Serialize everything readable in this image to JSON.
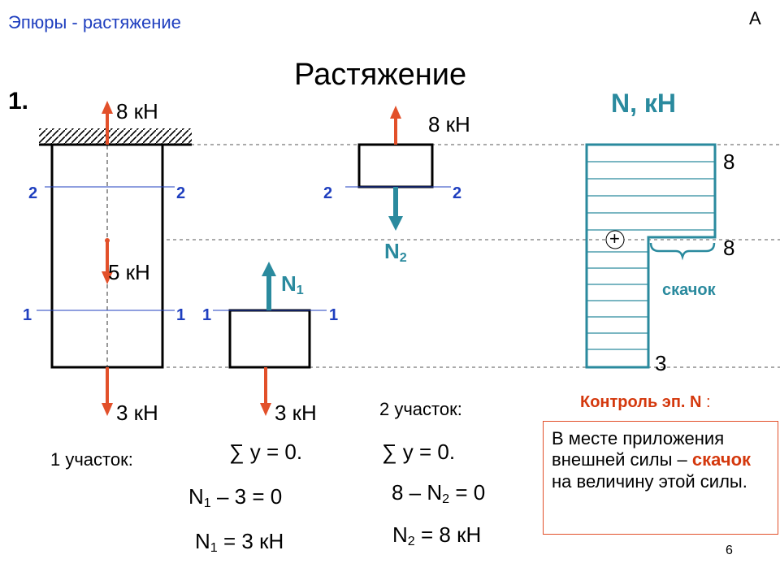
{
  "header": {
    "subtitle": "Эпюры - растяжение",
    "corner_letter": "А"
  },
  "title": "Растяжение",
  "section_number": "1.",
  "bar": {
    "top_force": "8 кН",
    "middle_force": "5 кН",
    "bottom_force": "3 кН",
    "section_2_label": "2",
    "section_1_label": "1"
  },
  "part_1": {
    "section_label": "1",
    "internal_force": "N",
    "internal_force_index": "1",
    "external_force": "3 кН",
    "heading": "1 участок:",
    "eq_sum": "∑ y = 0.",
    "eq_1": "N",
    "eq_1_index": "1",
    "eq_1_rest": " – 3 = 0",
    "eq_2": "N",
    "eq_2_index": "1",
    "eq_2_rest": " = 3 кН"
  },
  "part_2": {
    "section_label": "2",
    "external_force": "8 кН",
    "internal_force": "N",
    "internal_force_index": "2",
    "heading": "2  участок:",
    "eq_sum": "∑ y = 0.",
    "eq_1": "8 – N",
    "eq_1_index": "2",
    "eq_1_rest": " = 0",
    "eq_2": "N",
    "eq_2_index": "2",
    "eq_2_rest": " = 8 кН"
  },
  "epure": {
    "title": "N, кН",
    "sign": "+",
    "value_top": "8",
    "value_mid": "8",
    "value_bottom": "3",
    "jump_label": "скачок"
  },
  "control": {
    "heading": "Контроль эп. N",
    "heading_suffix": " :",
    "text_1": "В месте приложения внешней силы – ",
    "text_highlight": "скачок",
    "text_2": " на величину этой силы."
  },
  "page_number": "6",
  "colors": {
    "force_arrow": "#e2502a",
    "internal_arrow": "#2a8a9e",
    "section_line": "#1f3fbf",
    "dashed_line": "#555555"
  }
}
